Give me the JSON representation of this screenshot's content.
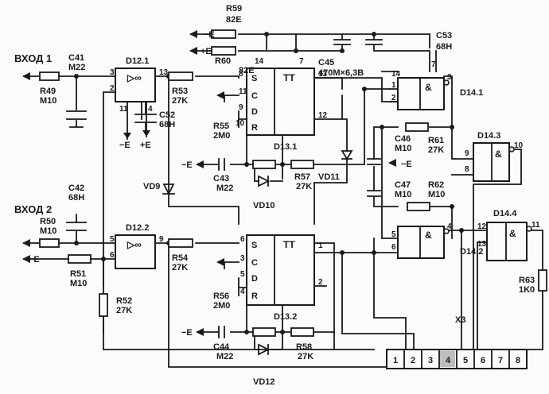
{
  "inputs": [
    {
      "label": "ВХОД 1"
    },
    {
      "label": "ВХОД 2"
    }
  ],
  "supply": {
    "neg": "−E",
    "pos": "+E"
  },
  "components": {
    "C41": {
      "ref": "C41",
      "value": "M22"
    },
    "R49": {
      "ref": "R49",
      "value": "M10"
    },
    "C42": {
      "ref": "C42",
      "value": "68H"
    },
    "R50": {
      "ref": "R50",
      "value": "M10"
    },
    "R51": {
      "ref": "R51",
      "value": "M10"
    },
    "R52": {
      "ref": "R52",
      "value": "27K"
    },
    "R53": {
      "ref": "R53",
      "value": "27K"
    },
    "R54": {
      "ref": "R54",
      "value": "27K"
    },
    "C52": {
      "ref": "C52",
      "value": "68H"
    },
    "R59": {
      "ref": "R59",
      "value": "82E"
    },
    "R60": {
      "ref": "R60",
      "value": "82E"
    },
    "C45": {
      "ref": "C45",
      "value": "470M×6,3B"
    },
    "C53": {
      "ref": "C53",
      "value": "68H"
    },
    "R55": {
      "ref": "R55",
      "value": "2M0"
    },
    "R56": {
      "ref": "R56",
      "value": "2M0"
    },
    "C43": {
      "ref": "C43",
      "value": "M22"
    },
    "C44": {
      "ref": "C44",
      "value": "M22"
    },
    "R57": {
      "ref": "R57",
      "value": "27K"
    },
    "R58": {
      "ref": "R58",
      "value": "27K"
    },
    "C46": {
      "ref": "C46",
      "value": "M10"
    },
    "C47": {
      "ref": "C47",
      "value": "M10"
    },
    "R61": {
      "ref": "R61",
      "value": "27K"
    },
    "R62": {
      "ref": "R62",
      "value": "M10"
    },
    "R63": {
      "ref": "R63",
      "value": "1K0"
    }
  },
  "diodes": {
    "VD9": "VD9",
    "VD10": "VD10",
    "VD11": "VD11",
    "VD12": "VD12"
  },
  "chips": {
    "D12_1": {
      "ref": "D12.1",
      "sym": "▷∞"
    },
    "D12_2": {
      "ref": "D12.2",
      "sym": "▷∞"
    },
    "D13_1": {
      "ref": "D13.1",
      "type": "TT",
      "pins": [
        "S",
        "C",
        "D",
        "R"
      ]
    },
    "D13_2": {
      "ref": "D13.2",
      "type": "TT",
      "pins": [
        "S",
        "C",
        "D",
        "R"
      ]
    },
    "D14_1": {
      "ref": "D14.1",
      "sym": "&"
    },
    "D14_2": {
      "ref": "D14.2",
      "sym": "&"
    },
    "D14_3": {
      "ref": "D14.3",
      "sym": "&"
    },
    "D14_4": {
      "ref": "D14.4",
      "sym": "&"
    }
  },
  "pin_numbers": {
    "p1": "1",
    "p2": "2",
    "p3": "3",
    "p4": "4",
    "p5": "5",
    "p6": "6",
    "p7": "7",
    "p8": "8",
    "p9": "9",
    "p10": "10",
    "p11": "11",
    "p12": "12",
    "p13": "13",
    "p14": "14"
  },
  "connector": {
    "ref": "X3",
    "pins": [
      "1",
      "2",
      "3",
      "4",
      "5",
      "6",
      "7",
      "8"
    ],
    "highlight_pin": "4"
  }
}
